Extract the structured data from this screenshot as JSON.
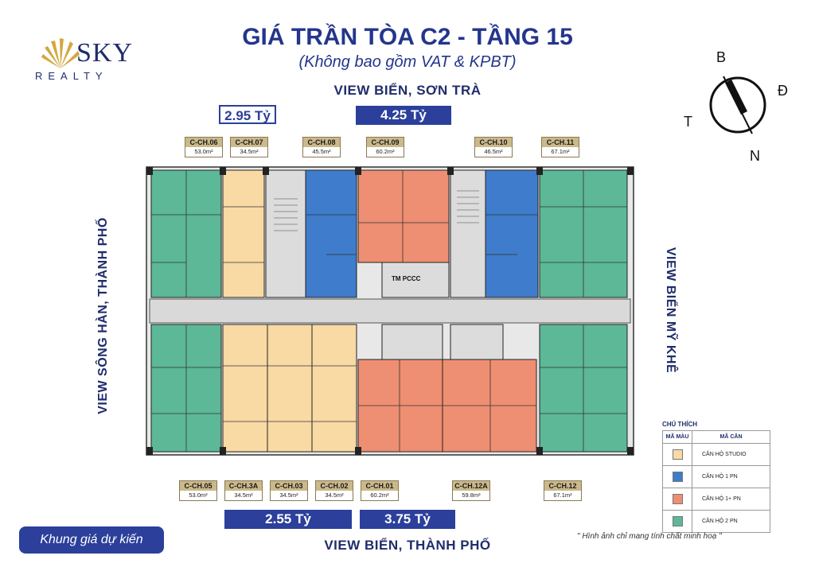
{
  "logo": {
    "name": "SKY",
    "sub": "REALTY"
  },
  "title": "GIÁ TRẦN TÒA C2 - TẦNG 15",
  "subtitle": "(Không bao gồm VAT & KPBT)",
  "views": {
    "top": "VIEW BIỂN, SƠN TRÀ",
    "bottom": "VIEW BIỂN, THÀNH PHỐ",
    "left": "VIEW SÔNG HÀN, THÀNH PHỐ",
    "right": "VIEW BIỂN MỸ KHÊ"
  },
  "prices": {
    "top_left": "2.95 Tỷ",
    "top_right": "4.25 Tỷ",
    "bottom_left": "2.55 Tỷ",
    "bottom_right": "3.75 Tỷ"
  },
  "compass": {
    "n": "B",
    "e": "Đ",
    "w": "T",
    "s": "N"
  },
  "units_top": [
    {
      "code": "C-CH.06",
      "area": "53.0m²"
    },
    {
      "code": "C-CH.07",
      "area": "34.5m²"
    },
    {
      "code": "C-CH.08",
      "area": "45.5m²"
    },
    {
      "code": "C-CH.09",
      "area": "60.2m²"
    },
    {
      "code": "C-CH.10",
      "area": "46.5m²"
    },
    {
      "code": "C-CH.11",
      "area": "67.1m²"
    }
  ],
  "units_bottom": [
    {
      "code": "C-CH.05",
      "area": "53.0m²"
    },
    {
      "code": "C-CH.3A",
      "area": "34.5m²"
    },
    {
      "code": "C-CH.03",
      "area": "34.5m²"
    },
    {
      "code": "C-CH.02",
      "area": "34.5m²"
    },
    {
      "code": "C-CH.01",
      "area": "60.2m²"
    },
    {
      "code": "C-CH.12A",
      "area": "59.8m²"
    },
    {
      "code": "C-CH.12",
      "area": "67.1m²"
    }
  ],
  "core_label": "TM PCCC",
  "legend": {
    "title": "CHÚ THÍCH",
    "col_color": "MÃ MÀU",
    "col_type": "MÃ CĂN",
    "rows": [
      {
        "label": "CĂN HỘ STUDIO",
        "color": "#f9d9a4"
      },
      {
        "label": "CĂN HỘ 1 PN",
        "color": "#3f7ccc"
      },
      {
        "label": "CĂN HỘ 1+ PN",
        "color": "#ee8e72"
      },
      {
        "label": "CĂN HỘ 2 PN",
        "color": "#5cb896"
      }
    ]
  },
  "colors": {
    "studio": "#f9d9a4",
    "one_bed": "#3f7ccc",
    "one_plus": "#ee8e72",
    "two_bed": "#5cb896",
    "core": "#dcdcdc",
    "accent": "#2b3f9b"
  },
  "badge": "Khung giá dự kiến",
  "note": "\" Hình ảnh chỉ mang tính chất minh hoạ \""
}
